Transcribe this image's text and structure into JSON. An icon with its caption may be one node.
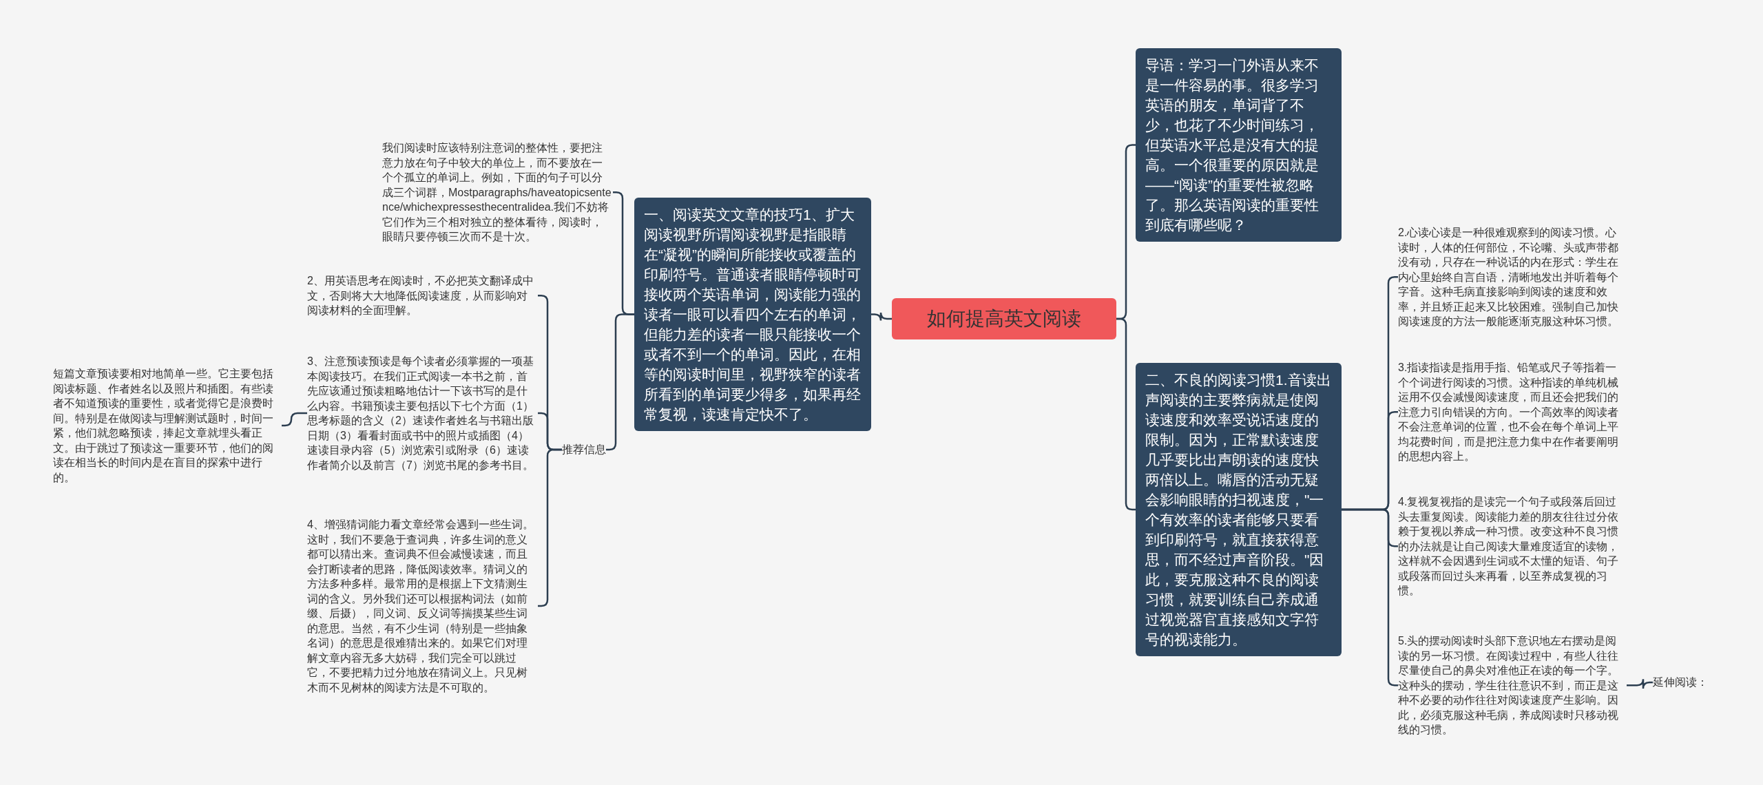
{
  "diagram": {
    "nodes": [
      {
        "text": [
          "如何提高英文阅读"
        ]
      },
      {
        "text": [
          "一、阅读英文文章的技巧1、扩大阅读视野所谓阅读视野是指眼睛在“凝视”的瞬间所能接收或覆盖的印刷符号。普通读者眼睛停顿时可接收两个英语单词，阅读能力强的读者一眼可以看四个左右的单词，但能力差的读者一眼只能接收一个或者不到一个的单词。因此，在相等的阅读时间里，视野狭窄的读者所看到的单词要少得多，如果再经常复视，读速肯定快不了。"
        ]
      },
      {
        "text": [
          "我们阅读时应该特别注意词的整体性，要把注意力放在句子中较大的单位上，而不要放在一个个孤立的单词上。例如，下面的句子可以分成三个词群，Mostparagraphs/haveatopicsentence/whichexpressesthecentralidea.我们不妨将它们作为三个相对独立的整体看待，阅读时，眼睛只要停顿三次而不是十次。"
        ]
      },
      {
        "text": [
          "推荐信息"
        ]
      },
      {
        "text": [
          "2、用英语思考在阅读时，不必把英文翻译成中文，否则将大大地降低阅读速度，从而影响对阅读材料的全面理解。"
        ]
      },
      {
        "text": [
          "3、注意预读预读是每个读者必须掌握的一项基本阅读技巧。在我们正式阅读一本书之前，首先应该通过预读粗略地估计一下该书写的是什么内容。书籍预读主要包括以下七个方面（1）思考标题的含义（2）速读作者姓名与书籍出版日期（3）看看封面或书中的照片或插图（4）速读目录内容（5）浏览索引或附录（6）速读作者简介以及前言（7）浏览书尾的参考书目。"
        ]
      },
      {
        "text": [
          "短篇文章预读要相对地简单一些。它主要包括阅读标题、作者姓名以及照片和插图。有些读者不知道预读的重要性，或者觉得它是浪费时间。特别是在做阅读与理解测试题时，时间一紧，他们就忽略预读，捧起文章就埋头看正文。由于跳过了预读这一重要环节，他们的阅读在相当长的时间内是在盲目的探索中进行的。"
        ]
      },
      {
        "text": [
          "4、增强猜词能力看文章经常会遇到一些生词。这时，我们不要急于查词典，许多生词的意义都可以猜出来。查词典不但会减慢读速，而且会打断读者的思路，降低阅读效率。猜词义的方法多种多样。最常用的是根据上下文猜测生词的含义。另外我们还可以根据构词法（如前缀、后摄），同义词、反义词等揣摸某些生词的意思。当然，有不少生词（特别是一些抽象名词）的意思是很难猜出来的。如果它们对理解文章内容无多大妨碍，我们完全可以跳过它，不要把精力过分地放在猜词义上。只见树木而不见树林的阅读方法是不可取的。"
        ]
      },
      {
        "text": [
          "导语：学习一门外语从来不是一件容易的事。很多学习英语的朋友，单词背了不少，也花了不少时间练习，但英语水平总是没有大的提高。一个很重要的原因就是——“阅读”的重要性被忽略了。那么英语阅读的重要性到底有哪些呢？"
        ]
      },
      {
        "text": [
          "二、不良的阅读习惯1.音读出声阅读的主要弊病就是使阅读速度和效率受说话速度的限制。因为，正常默读速度几乎要比出声朗读的速度快两倍以上。嘴唇的活动无疑会影响眼睛的扫视速度，\"一个有效率的读者能够只要看到印刷符号，就直接获得意思，而不经过声音阶段。\"因此，要克服这种不良的阅读习惯，就要训练自己养成通过视觉器官直接感知文字符号的视读能力。"
        ]
      },
      {
        "text": [
          "2.心读心读是一种很难观察到的阅读习惯。心读时，人体的任何部位，不论嘴、头或声带都没有动，只存在一种说话的内在形式：学生在内心里始终自言自语，清晰地发出并听着每个字音。这种毛病直接影响到阅读的速度和效率，并且矫正起来又比较困难。强制自己加快阅读速度的方法一般能逐渐克服这种坏习惯。"
        ]
      },
      {
        "text": [
          "3.指读指读是指用手指、铅笔或尺子等指着一个个词进行阅读的习惯。这种指读的单纯机械运用不仅会减慢阅读速度，而且还会把我们的注意力引向错误的方向。一个高效率的阅读者不会注意单词的位置，也不会在每个单词上平均花费时间，而是把注意力集中在作者要阐明的思想内容上。"
        ]
      },
      {
        "text": [
          "4.复视复视指的是读完一个句子或段落后回过头去重复阅读。阅读能力差的朋友往往过分依赖于复视以养成一种习惯。改变这种不良习惯的办法就是让自己阅读大量难度适宜的读物，这样就不会因遇到生词或不太懂的短语、句子或段落而回过头来再看，以至养成复视的习惯。"
        ]
      },
      {
        "text": [
          "5.头的摆动阅读时头部下意识地左右摆动是阅读的另一坏习惯。在阅读过程中，有些人往往尽量使自己的鼻尖对准他正在读的每一个字。这种头的摆动，学生往往意识不到，而正是这种不必要的动作往往对阅读速度产生影响。因此，必须克服这种毛病，养成阅读时只移动视线的习惯。"
        ]
      },
      {
        "text": [
          "延伸阅读："
        ]
      }
    ],
    "edges": [
      {
        "from": 0,
        "to": 1,
        "arrow": "none"
      },
      {
        "from": 1,
        "to": 2,
        "arrow": "none"
      },
      {
        "from": 1,
        "to": 3,
        "arrow": "none"
      },
      {
        "from": 3,
        "to": 4,
        "arrow": "none"
      },
      {
        "from": 3,
        "to": 5,
        "arrow": "none"
      },
      {
        "from": 5,
        "to": 6,
        "arrow": "none"
      },
      {
        "from": 3,
        "to": 7,
        "arrow": "none"
      },
      {
        "from": 0,
        "to": 8,
        "arrow": "none"
      },
      {
        "from": 0,
        "to": 9,
        "arrow": "none"
      },
      {
        "from": 9,
        "to": 10,
        "arrow": "none"
      },
      {
        "from": 9,
        "to": 11,
        "arrow": "none"
      },
      {
        "from": 9,
        "to": 12,
        "arrow": "none"
      },
      {
        "from": 9,
        "to": 13,
        "arrow": "none"
      },
      {
        "from": 13,
        "to": 14,
        "arrow": "none"
      }
    ]
  }
}
